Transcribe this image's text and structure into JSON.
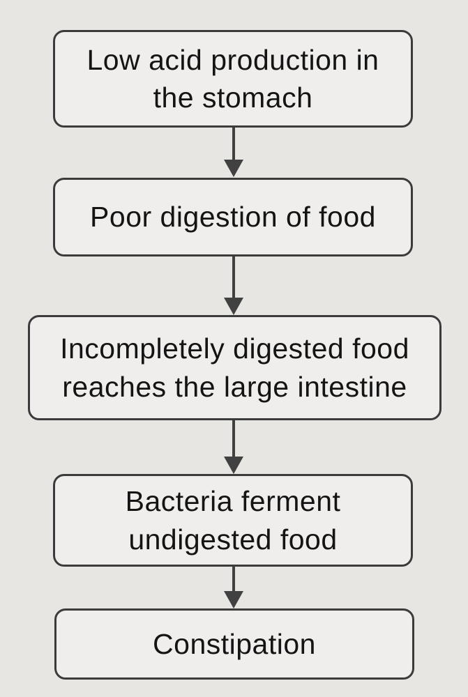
{
  "diagram": {
    "type": "flowchart",
    "direction": "top-down",
    "nodes": [
      {
        "id": "low-acid",
        "label": "Low acid production in\nthe stomach"
      },
      {
        "id": "poor-digestion",
        "label": "Poor digestion of food"
      },
      {
        "id": "reaches-intestine",
        "label": "Incompletely digested food\nreaches the large intestine"
      },
      {
        "id": "bacteria-ferment",
        "label": "Bacteria ferment\nundigested food"
      },
      {
        "id": "constipation",
        "label": "Constipation"
      }
    ],
    "edges": [
      {
        "from": "low-acid",
        "to": "poor-digestion"
      },
      {
        "from": "poor-digestion",
        "to": "reaches-intestine"
      },
      {
        "from": "reaches-intestine",
        "to": "bacteria-ferment"
      },
      {
        "from": "bacteria-ferment",
        "to": "constipation"
      }
    ],
    "colors": {
      "background": "#e7e6e3",
      "node_fill": "#efeeec",
      "node_border": "#3b3b3b",
      "arrow": "#414141",
      "text": "#141414"
    }
  }
}
